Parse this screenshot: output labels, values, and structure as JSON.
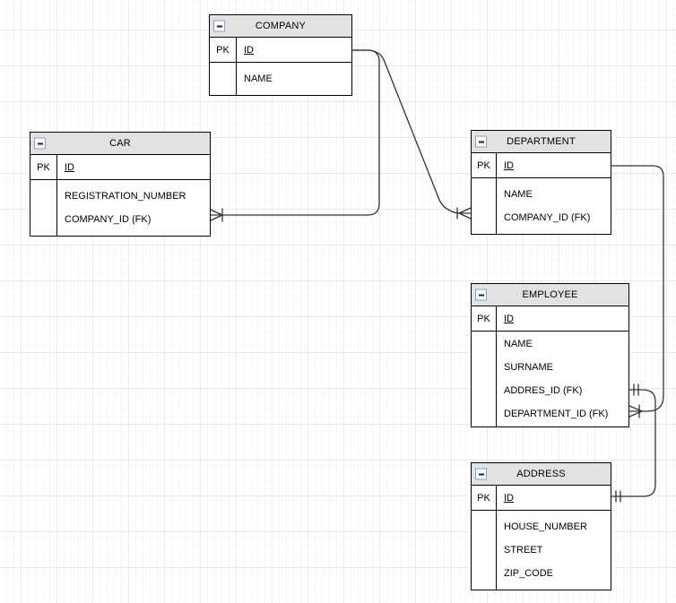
{
  "diagram": {
    "type": "entity-relationship-diagram",
    "entities": [
      {
        "name": "COMPANY",
        "pk_label": "PK",
        "pk_attribute": "ID",
        "attributes": [
          "NAME"
        ]
      },
      {
        "name": "CAR",
        "pk_label": "PK",
        "pk_attribute": "ID",
        "attributes": [
          "REGISTRATION_NUMBER",
          "COMPANY_ID (FK)"
        ]
      },
      {
        "name": "DEPARTMENT",
        "pk_label": "PK",
        "pk_attribute": "ID",
        "attributes": [
          "NAME",
          "COMPANY_ID (FK)"
        ]
      },
      {
        "name": "EMPLOYEE",
        "pk_label": "PK",
        "pk_attribute": "ID",
        "attributes": [
          "NAME",
          "SURNAME",
          "ADDRES_ID (FK)",
          "DEPARTMENT_ID (FK)"
        ]
      },
      {
        "name": "ADDRESS",
        "pk_label": "PK",
        "pk_attribute": "ID",
        "attributes": [
          "HOUSE_NUMBER",
          "STREET",
          "ZIP_CODE"
        ]
      }
    ],
    "relationships": [
      {
        "from": "COMPANY.ID",
        "to": "CAR.COMPANY_ID (FK)",
        "from_end": "plain",
        "to_end": "crow-foot-with-tick"
      },
      {
        "from": "COMPANY.ID",
        "to": "DEPARTMENT.COMPANY_ID (FK)",
        "from_end": "plain",
        "to_end": "crow-foot-with-tick"
      },
      {
        "from": "DEPARTMENT.ID",
        "to": "EMPLOYEE.DEPARTMENT_ID (FK)",
        "from_end": "plain",
        "to_end": "crow-foot-with-tick"
      },
      {
        "from": "ADDRESS.ID",
        "to": "EMPLOYEE.ADDRES_ID (FK)",
        "from_end": "double-tick",
        "to_end": "double-tick"
      }
    ],
    "colors": {
      "entity_header_bg": "#e2e2e2",
      "entity_border": "#000000",
      "relationship_line": "#333333",
      "grid_minor": "#f6f6f6",
      "grid_major": "#e9e9e9",
      "collapse_icon_border": "#8fa2bd"
    }
  }
}
